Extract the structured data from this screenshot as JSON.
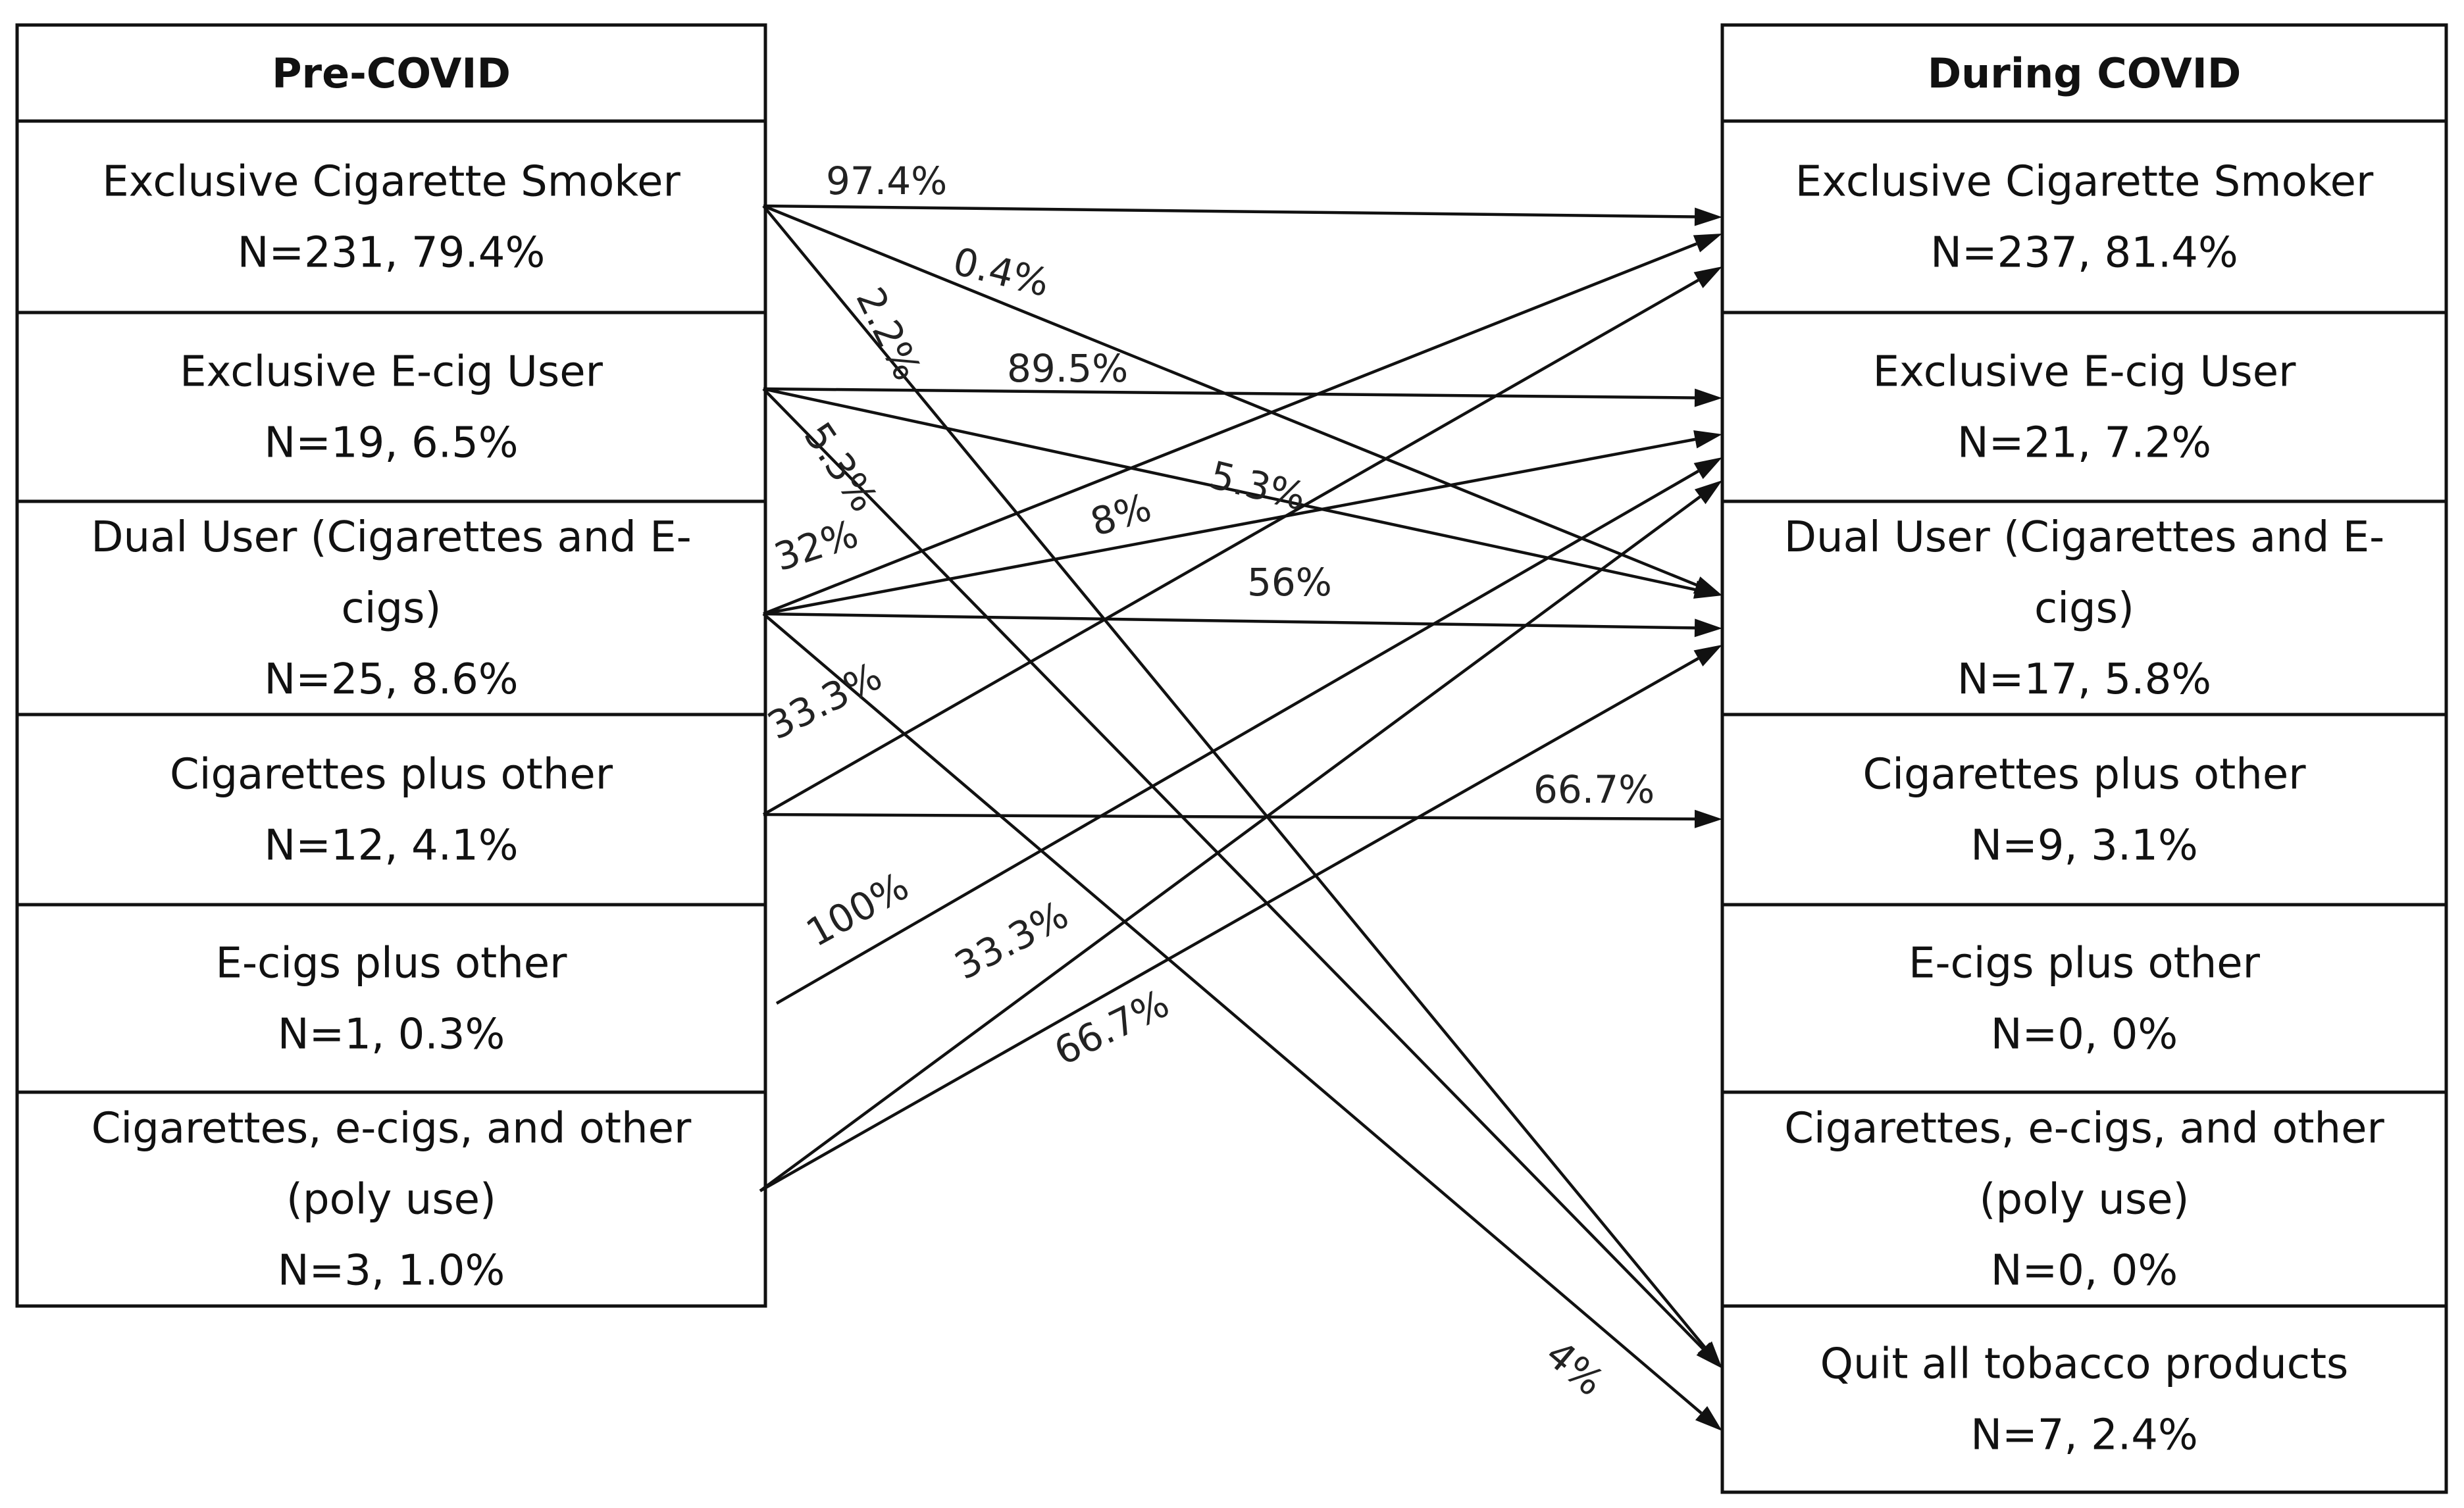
{
  "left_header": "Pre-COVID",
  "right_header": "During COVID",
  "left_states": [
    {
      "lines": [
        "Exclusive Cigarette Smoker",
        "N=231, 79.4%"
      ]
    },
    {
      "lines": [
        "Exclusive E-cig User",
        "N=19, 6.5%"
      ]
    },
    {
      "lines": [
        "Dual User (Cigarettes and E-",
        "cigs)",
        "N=25, 8.6%"
      ]
    },
    {
      "lines": [
        "Cigarettes plus other",
        "N=12, 4.1%"
      ]
    },
    {
      "lines": [
        "E-cigs plus other",
        "N=1, 0.3%"
      ]
    },
    {
      "lines": [
        "Cigarettes, e-cigs, and other",
        "(poly use)",
        "N=3, 1.0%"
      ]
    }
  ],
  "right_states": [
    {
      "lines": [
        "Exclusive Cigarette Smoker",
        "N=237, 81.4%"
      ]
    },
    {
      "lines": [
        "Exclusive E-cig User",
        "N=21, 7.2%"
      ]
    },
    {
      "lines": [
        "Dual User (Cigarettes and E-",
        "cigs)",
        "N=17, 5.8%"
      ]
    },
    {
      "lines": [
        "Cigarettes plus other",
        "N=9, 3.1%"
      ]
    },
    {
      "lines": [
        "E-cigs plus other",
        "N=0, 0%"
      ]
    },
    {
      "lines": [
        "Cigarettes, e-cigs, and other",
        "(poly use)",
        "N=0, 0%"
      ]
    },
    {
      "lines": [
        "Quit all tobacco products",
        "N=7, 2.4%"
      ]
    }
  ],
  "transitions": [
    {
      "from": 0,
      "to": 0,
      "label": "97.4%"
    },
    {
      "from": 0,
      "to": 2,
      "label": "0.4%"
    },
    {
      "from": 0,
      "to": 6,
      "label": "2.2%"
    },
    {
      "from": 1,
      "to": 1,
      "label": "89.5%"
    },
    {
      "from": 1,
      "to": 2,
      "label": "5.3%"
    },
    {
      "from": 1,
      "to": 6,
      "label": "5.3%"
    },
    {
      "from": 2,
      "to": 0,
      "label": "32%"
    },
    {
      "from": 2,
      "to": 1,
      "label": "8%"
    },
    {
      "from": 2,
      "to": 2,
      "label": "56%"
    },
    {
      "from": 2,
      "to": 6,
      "label": "4%"
    },
    {
      "from": 3,
      "to": 0,
      "label": "33.3%"
    },
    {
      "from": 3,
      "to": 3,
      "label": "66.7%"
    },
    {
      "from": 4,
      "to": 1,
      "label": "100%"
    },
    {
      "from": 5,
      "to": 1,
      "label": "33.3%"
    },
    {
      "from": 5,
      "to": 2,
      "label": "66.7%"
    }
  ]
}
